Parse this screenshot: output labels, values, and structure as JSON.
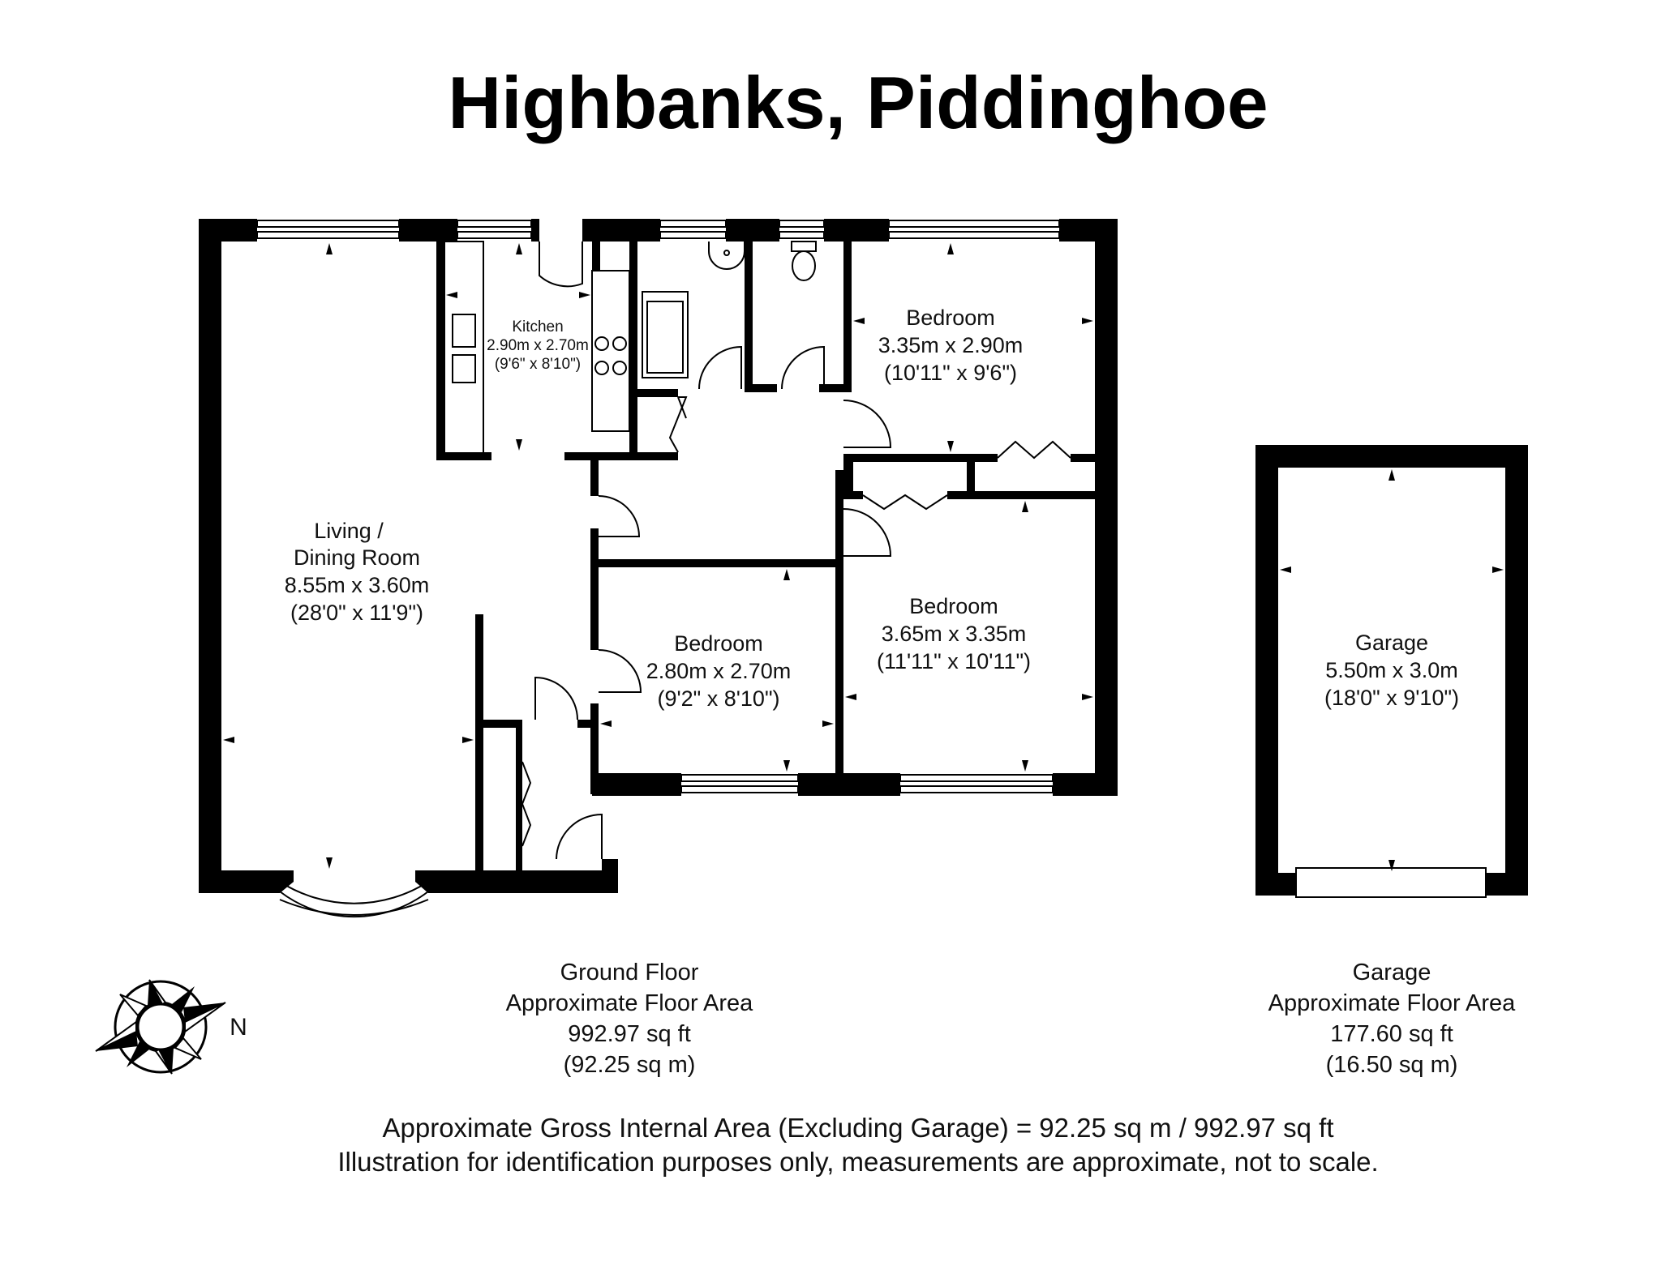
{
  "title": "Highbanks, Piddinghoe",
  "rooms": {
    "kitchen": {
      "name": "Kitchen",
      "metric": "2.90m x 2.70m",
      "imperial": "(9'6\" x 8'10\")"
    },
    "living": {
      "name_line1": "Living /",
      "name_line2": "Dining Room",
      "metric": "8.55m x 3.60m",
      "imperial": "(28'0\" x 11'9\")"
    },
    "bedroom_top": {
      "name": "Bedroom",
      "metric": "3.35m x 2.90m",
      "imperial": "(10'11\" x 9'6\")"
    },
    "bedroom_right": {
      "name": "Bedroom",
      "metric": "3.65m x 3.35m",
      "imperial": "(11'11\" x 10'11\")"
    },
    "bedroom_small": {
      "name": "Bedroom",
      "metric": "2.80m x 2.70m",
      "imperial": "(9'2\" x 8'10\")"
    },
    "garage": {
      "name": "Garage",
      "metric": "5.50m x 3.0m",
      "imperial": "(18'0\" x 9'10\")"
    }
  },
  "areas": {
    "ground_floor": {
      "line1": "Ground Floor",
      "line2": "Approximate Floor Area",
      "line3": "992.97 sq ft",
      "line4": "(92.25 sq m)"
    },
    "garage": {
      "line1": "Garage",
      "line2": "Approximate Floor Area",
      "line3": "177.60 sq ft",
      "line4": "(16.50 sq m)"
    }
  },
  "footer": {
    "line1": "Approximate Gross Internal Area (Excluding Garage) = 92.25 sq m / 992.97 sq ft",
    "line2": "Illustration for identification purposes only, measurements are approximate, not to scale."
  },
  "compass": {
    "label": "N"
  }
}
